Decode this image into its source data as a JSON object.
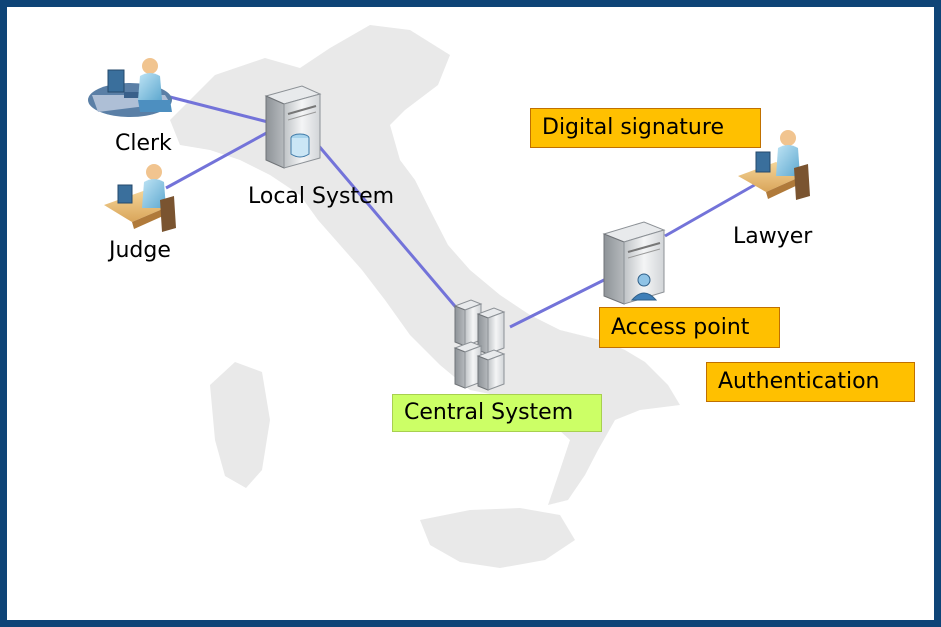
{
  "nodes": {
    "clerk": "Clerk",
    "judge": "Judge",
    "local_system": "Local System",
    "central_system": "Central System",
    "lawyer": "Lawyer"
  },
  "badges": {
    "digital_signature": "Digital signature",
    "access_point": "Access point",
    "authentication": "Authentication"
  },
  "colors": {
    "frame": "#0e4477",
    "link": "#7373d9",
    "badge_orange": "#ffc000",
    "badge_green": "#ccff66",
    "map": "#e9e9e9"
  },
  "icons": [
    "clerk-workstation-icon",
    "judge-workstation-icon",
    "local-server-icon",
    "central-server-cluster-icon",
    "access-point-server-icon",
    "lawyer-workstation-icon",
    "italy-map-background"
  ]
}
